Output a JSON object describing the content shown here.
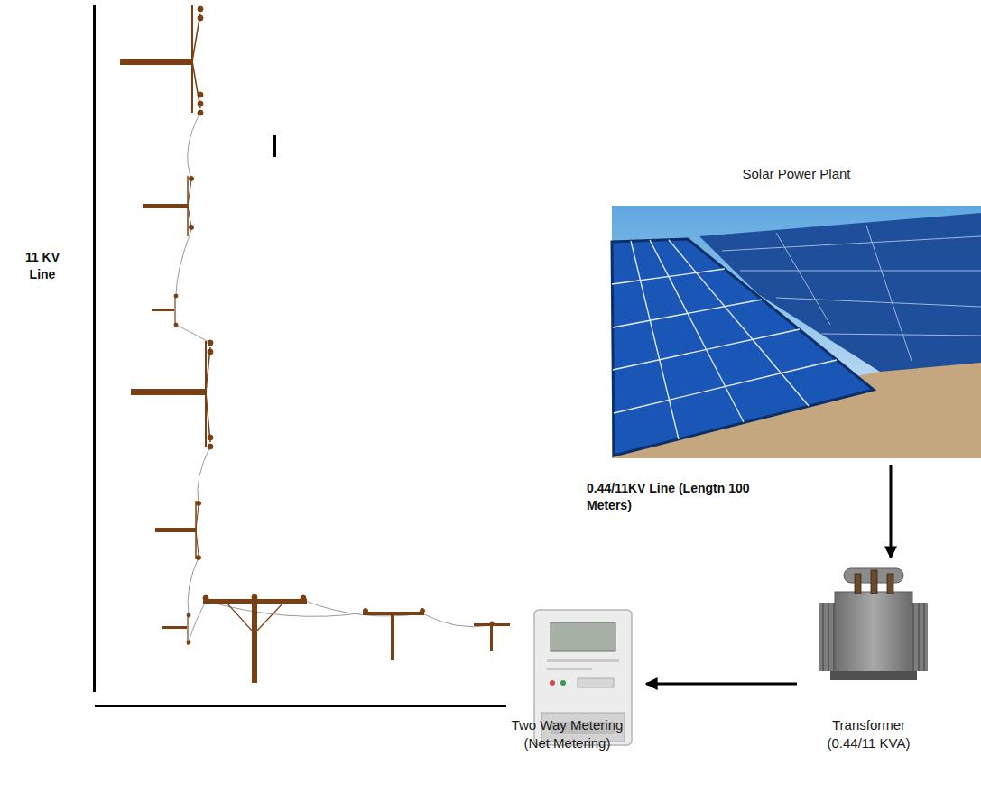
{
  "diagram": {
    "nodes": [
      {
        "text": [
          "Solar Power Plant"
        ]
      },
      {
        "text": [
          "Transformer (0.44/11 KVA)"
        ]
      },
      {
        "text": [
          "Two Way Metering (Net Metering)"
        ]
      }
    ],
    "edges": [
      {
        "from": 0,
        "to": 1,
        "arrow": "to",
        "label": "0.44/11KV Line (Lengtn 100 Meters)"
      },
      {
        "from": 1,
        "to": 2,
        "arrow": "to"
      }
    ],
    "labels": [
      "11 KV Line"
    ]
  }
}
